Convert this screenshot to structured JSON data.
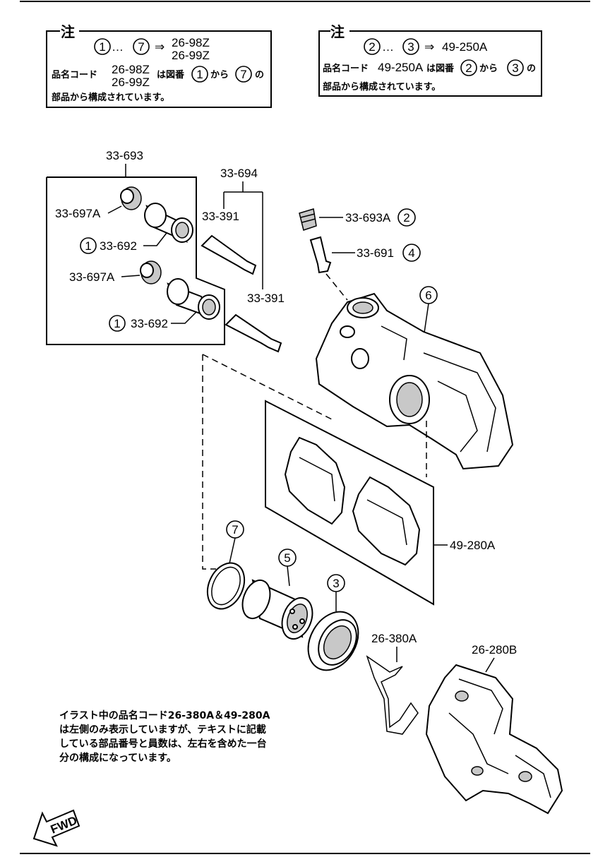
{
  "note_left": {
    "title": "注",
    "range_from": "1",
    "range_to": "7",
    "ellipsis": "…",
    "arrow": "⇒",
    "code_a": "26-98Z",
    "code_b": "26-99Z",
    "line2_prefix": "品名コード",
    "line2_mid": "は図番",
    "line2_from": "から",
    "line2_suffix": "の",
    "line3": "部品から構成されています。"
  },
  "note_right": {
    "title": "注",
    "range_from": "2",
    "range_to": "3",
    "ellipsis": "…",
    "arrow": "⇒",
    "code": "49-250A",
    "line2_prefix": "品名コード",
    "line2_mid": "は図番",
    "line2_from": "から",
    "line2_suffix": "の",
    "line3": "部品から構成されています。"
  },
  "labels": {
    "l_33693": "33-693",
    "l_33694": "33-694",
    "l_33391_a": "33-391",
    "l_33391_b": "33-391",
    "l_33697A_a": "33-697A",
    "l_33697A_b": "33-697A",
    "l_33692_a": "33-692",
    "l_33692_b": "33-692",
    "l_33693A": "33-693A",
    "l_33691": "33-691",
    "l_49280A": "49-280A",
    "l_26380A": "26-380A",
    "l_26280B": "26-280B"
  },
  "callouts": {
    "c_33692_a": "1",
    "c_33692_b": "1",
    "c_33693A": "2",
    "c_33691": "4",
    "c_caliper": "6",
    "c_seal": "7",
    "c_piston": "5",
    "c_boot": "3"
  },
  "footnote": {
    "line1": "イラスト中の品名コード26-380A＆49-280A",
    "line2": "は左側のみ表示していますが、テキストに記載",
    "line3": "している部品番号と員数は、左右を含めた一台",
    "line4": "分の構成になっています。"
  },
  "fwd": "FWD"
}
